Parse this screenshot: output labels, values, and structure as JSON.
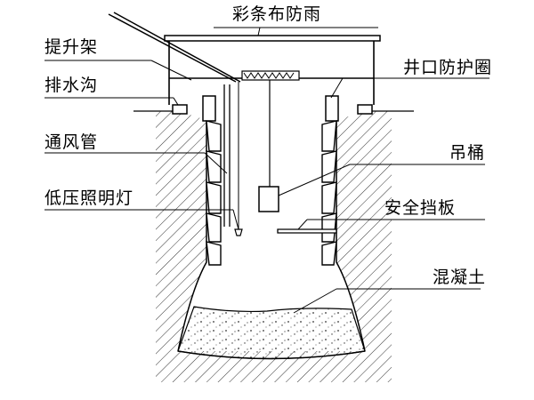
{
  "labels": {
    "canopy": "彩条布防雨",
    "lifting_frame": "提升架",
    "drainage_ditch": "排水沟",
    "ventilation_pipe": "通风管",
    "low_voltage_light": "低压照明灯",
    "wellhead_guard_ring": "井口防护圈",
    "hanging_bucket": "吊桶",
    "safety_baffle": "安全挡板",
    "concrete": "混凝土"
  }
}
